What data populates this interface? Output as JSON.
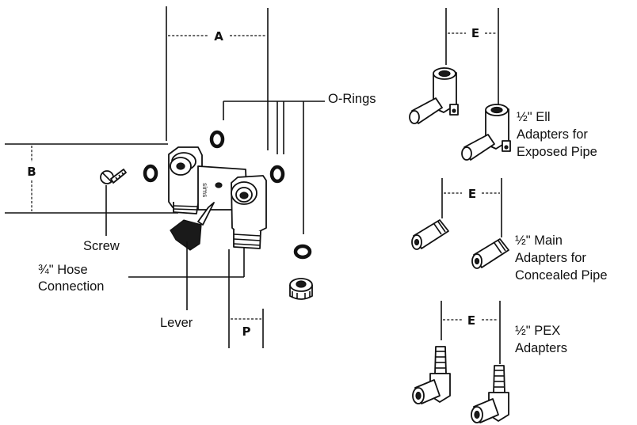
{
  "dimensions": {
    "a": "A",
    "b": "B",
    "p": "P",
    "e": "E"
  },
  "labels": {
    "o_rings": "O-Rings",
    "screw": "Screw",
    "hose_connection_line1": "¾\" Hose",
    "hose_connection_line2": "Connection",
    "lever": "Lever",
    "ell_line1": "½\" Ell",
    "ell_line2": "Adapters for",
    "ell_line3": "Exposed Pipe",
    "main_line1": "½\" Main",
    "main_line2": "Adapters for",
    "main_line3": "Concealed Pipe",
    "pex_line1": "½\" PEX",
    "pex_line2": "Adapters"
  }
}
